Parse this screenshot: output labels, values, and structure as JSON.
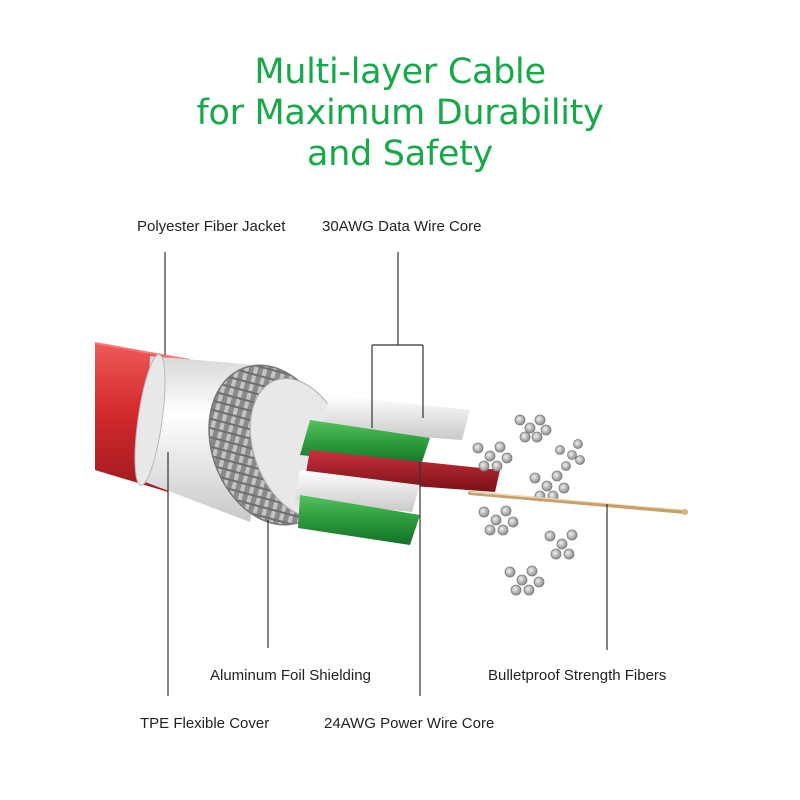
{
  "title": {
    "lines": [
      "Multi-layer Cable",
      "for Maximum Durability",
      "and Safety"
    ],
    "color": "#17a84a"
  },
  "labels": {
    "polyester_fiber_jacket": "Polyester Fiber Jacket",
    "data_wire_core": "30AWG Data Wire Core",
    "aluminum_foil_shielding": "Aluminum Foil Shielding",
    "bulletproof_strength_fibers": "Bulletproof Strength Fibers",
    "tpe_flexible_cover": "TPE Flexible Cover",
    "power_wire_core": "24AWG Power Wire Core"
  },
  "colors": {
    "text": "#222222",
    "leader": "#333333",
    "jacket_red": "#d42b2e",
    "cover_white": "#f1f1f1",
    "braid_gray": "#9c9c9c",
    "wire_green": "#2a9a3a",
    "wire_red": "#a01c26",
    "wire_white": "#eeeeee",
    "strand_silver": "#bdbdbd",
    "fiber_gold": "#c9a06a"
  }
}
